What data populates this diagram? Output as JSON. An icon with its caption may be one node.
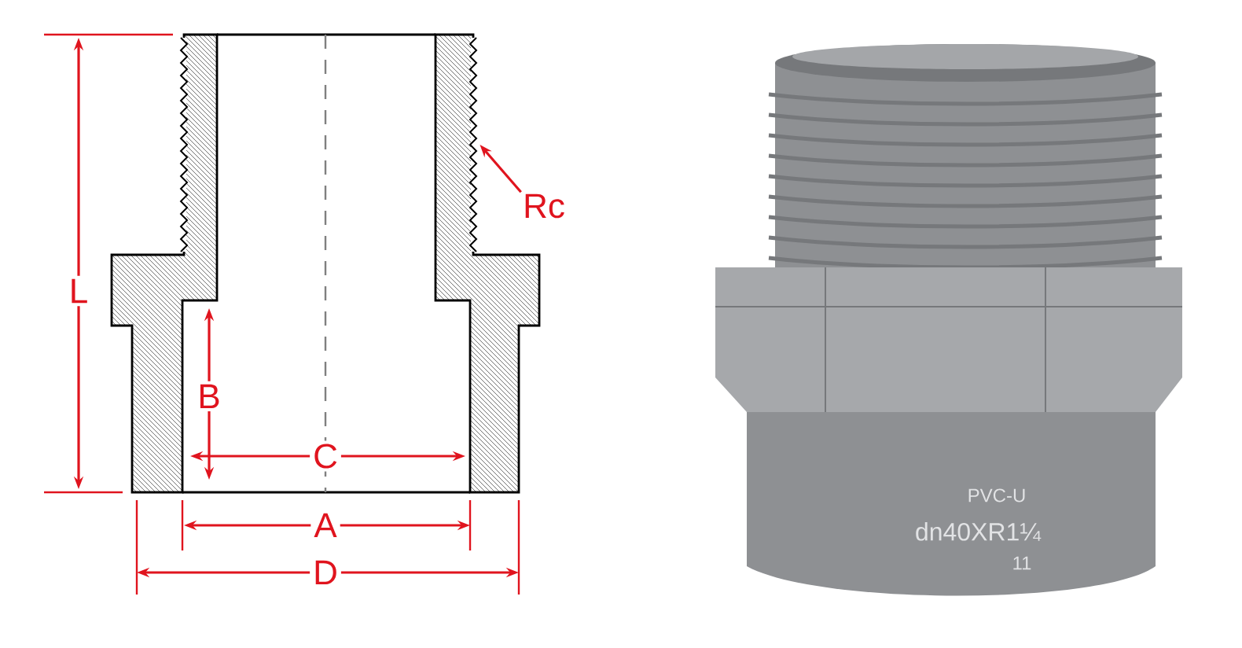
{
  "diagram": {
    "nodes": [
      {
        "text": [
          "Rc"
        ]
      },
      {
        "text": [],
        "shape": "picture"
      }
    ],
    "edges": [
      {
        "from": 0,
        "to": 1,
        "arrow": "to"
      }
    ],
    "labels": [
      "L",
      "B",
      "C",
      "A",
      "D",
      "PVC-U",
      "dn40XR1¼",
      "11"
    ]
  }
}
